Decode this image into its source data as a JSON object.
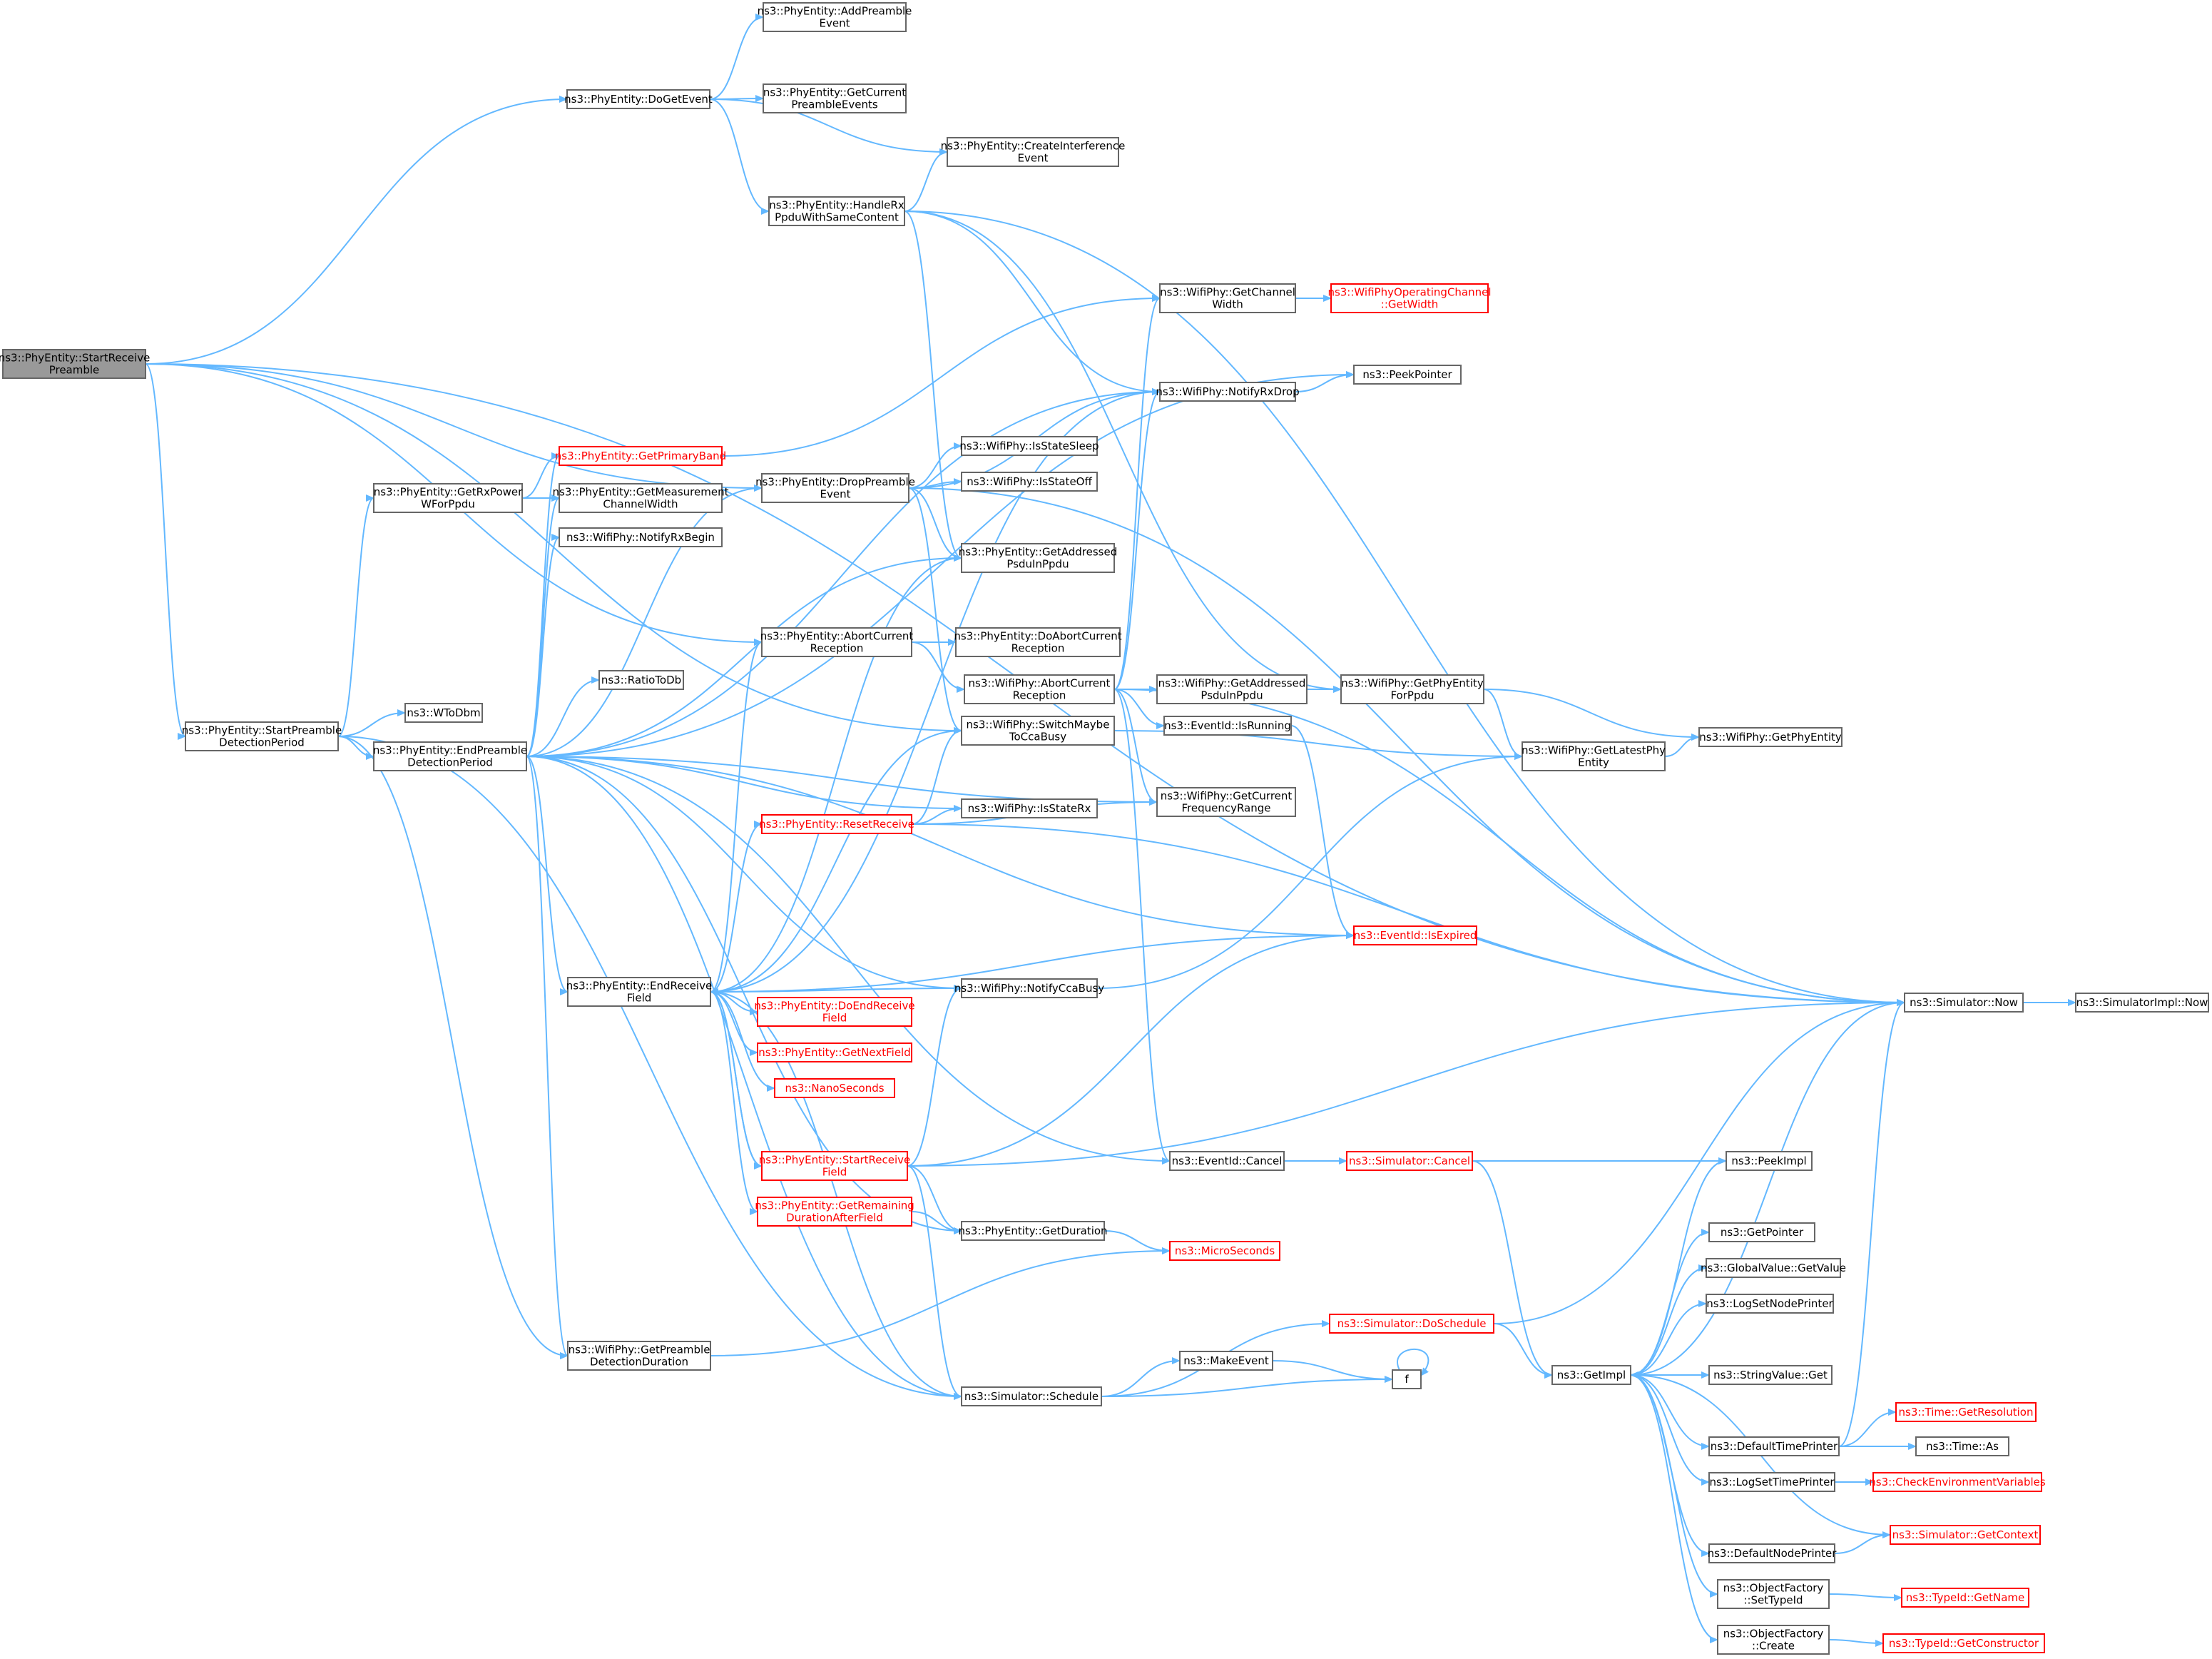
{
  "nodes": {
    "n_root": [
      "ns3::PhyEntity::StartReceive",
      "Preamble"
    ],
    "n_addpre": [
      "ns3::PhyEntity::AddPreamble",
      "Event"
    ],
    "n_dogetevent": [
      "ns3::PhyEntity::DoGetEvent"
    ],
    "n_getcurpre": [
      "ns3::PhyEntity::GetCurrent",
      "PreambleEvents"
    ],
    "n_createint": [
      "ns3::PhyEntity::CreateInterference",
      "Event"
    ],
    "n_handlerx": [
      "ns3::PhyEntity::HandleRx",
      "PpduWithSameContent"
    ],
    "n_getchwidth": [
      "ns3::WifiPhy::GetChannel",
      "Width"
    ],
    "n_opgetwidth": [
      "ns3::WifiPhyOperatingChannel",
      "::GetWidth"
    ],
    "n_notifyrxdrop": [
      "ns3::WifiPhy::NotifyRxDrop"
    ],
    "n_peekpointer": [
      "ns3::PeekPointer"
    ],
    "n_getprimaryband": [
      "ns3::PhyEntity::GetPrimaryBand"
    ],
    "n_getrxpower": [
      "ns3::PhyEntity::GetRxPower",
      "WForPpdu"
    ],
    "n_getmeaschw": [
      "ns3::PhyEntity::GetMeasurement",
      "ChannelWidth"
    ],
    "n_notifyrxbegin": [
      "ns3::WifiPhy::NotifyRxBegin"
    ],
    "n_droppreamble": [
      "ns3::PhyEntity::DropPreamble",
      "Event"
    ],
    "n_isstatesleep": [
      "ns3::WifiPhy::IsStateSleep"
    ],
    "n_isstateoff": [
      "ns3::WifiPhy::IsStateOff"
    ],
    "n_getaddrpsdu": [
      "ns3::PhyEntity::GetAddressed",
      "PsduInPpdu"
    ],
    "n_abortcur": [
      "ns3::PhyEntity::AbortCurrent",
      "Reception"
    ],
    "n_doabortcur": [
      "ns3::PhyEntity::DoAbortCurrent",
      "Reception"
    ],
    "n_wabortcur": [
      "ns3::WifiPhy::AbortCurrent",
      "Reception"
    ],
    "n_wgetaddrpsdu": [
      "ns3::WifiPhy::GetAddressed",
      "PsduInPpdu"
    ],
    "n_getphyentityforppdu": [
      "ns3::WifiPhy::GetPhyEntity",
      "ForPpdu"
    ],
    "n_isrunning": [
      "ns3::EventId::IsRunning"
    ],
    "n_ratiotodb": [
      "ns3::RatioToDb"
    ],
    "n_wtodbm": [
      "ns3::WToDbm"
    ],
    "n_startpredet": [
      "ns3::PhyEntity::StartPreamble",
      "DetectionPeriod"
    ],
    "n_endpredet": [
      "ns3::PhyEntity::EndPreamble",
      "DetectionPeriod"
    ],
    "n_switchcca": [
      "ns3::WifiPhy::SwitchMaybe",
      "ToCcaBusy"
    ],
    "n_getlatestphy": [
      "ns3::WifiPhy::GetLatestPhy",
      "Entity"
    ],
    "n_getphyentity": [
      "ns3::WifiPhy::GetPhyEntity"
    ],
    "n_isstaterx": [
      "ns3::WifiPhy::IsStateRx"
    ],
    "n_getcurfreq": [
      "ns3::WifiPhy::GetCurrent",
      "FrequencyRange"
    ],
    "n_resetreceive": [
      "ns3::PhyEntity::ResetReceive"
    ],
    "n_isexpired": [
      "ns3::EventId::IsExpired"
    ],
    "n_endrecfield": [
      "ns3::PhyEntity::EndReceive",
      "Field"
    ],
    "n_notifycca": [
      "ns3::WifiPhy::NotifyCcaBusy"
    ],
    "n_simnow": [
      "ns3::Simulator::Now"
    ],
    "n_simimplnow": [
      "ns3::SimulatorImpl::Now"
    ],
    "n_doendrec": [
      "ns3::PhyEntity::DoEndReceive",
      "Field"
    ],
    "n_getnextfield": [
      "ns3::PhyEntity::GetNextField"
    ],
    "n_nanoseconds": [
      "ns3::NanoSeconds"
    ],
    "n_startrecfield": [
      "ns3::PhyEntity::StartReceive",
      "Field"
    ],
    "n_evcancel": [
      "ns3::EventId::Cancel"
    ],
    "n_simcancel": [
      "ns3::Simulator::Cancel"
    ],
    "n_peekimpl": [
      "ns3::PeekImpl"
    ],
    "n_getremdur": [
      "ns3::PhyEntity::GetRemaining",
      "DurationAfterField"
    ],
    "n_getduration": [
      "ns3::PhyEntity::GetDuration"
    ],
    "n_microseconds": [
      "ns3::MicroSeconds"
    ],
    "n_getpointer": [
      "ns3::GetPointer"
    ],
    "n_gvgetvalue": [
      "ns3::GlobalValue::GetValue"
    ],
    "n_logsetnode": [
      "ns3::LogSetNodePrinter"
    ],
    "n_simdoschedule": [
      "ns3::Simulator::DoSchedule"
    ],
    "n_getpredetdur": [
      "ns3::WifiPhy::GetPreamble",
      "DetectionDuration"
    ],
    "n_makeevent": [
      "ns3::MakeEvent"
    ],
    "n_getimpl": [
      "ns3::GetImpl"
    ],
    "n_stringvalueget": [
      "ns3::StringValue::Get"
    ],
    "n_f": [
      "f"
    ],
    "n_simschedule": [
      "ns3::Simulator::Schedule"
    ],
    "n_gettimeres": [
      "ns3::Time::GetResolution"
    ],
    "n_deftimeprinter": [
      "ns3::DefaultTimePrinter"
    ],
    "n_timeas": [
      "ns3::Time::As"
    ],
    "n_logsettime": [
      "ns3::LogSetTimePrinter"
    ],
    "n_checkenv": [
      "ns3::CheckEnvironmentVariables"
    ],
    "n_simgetcontext": [
      "ns3::Simulator::GetContext"
    ],
    "n_defnodeprinter": [
      "ns3::DefaultNodePrinter"
    ],
    "n_ofsettypeid": [
      "ns3::ObjectFactory",
      "::SetTypeId"
    ],
    "n_typeidgetname": [
      "ns3::TypeId::GetName"
    ],
    "n_ofcreate": [
      "ns3::ObjectFactory",
      "::Create"
    ],
    "n_typeidgetctor": [
      "ns3::TypeId::GetConstructor"
    ]
  },
  "colors": {
    "edge": "#63b8ff",
    "node_border": "#666666",
    "node_border_highlight": "#ff0000",
    "root_fill": "#999999",
    "text": "#000000",
    "text_highlight": "#ff0000"
  }
}
